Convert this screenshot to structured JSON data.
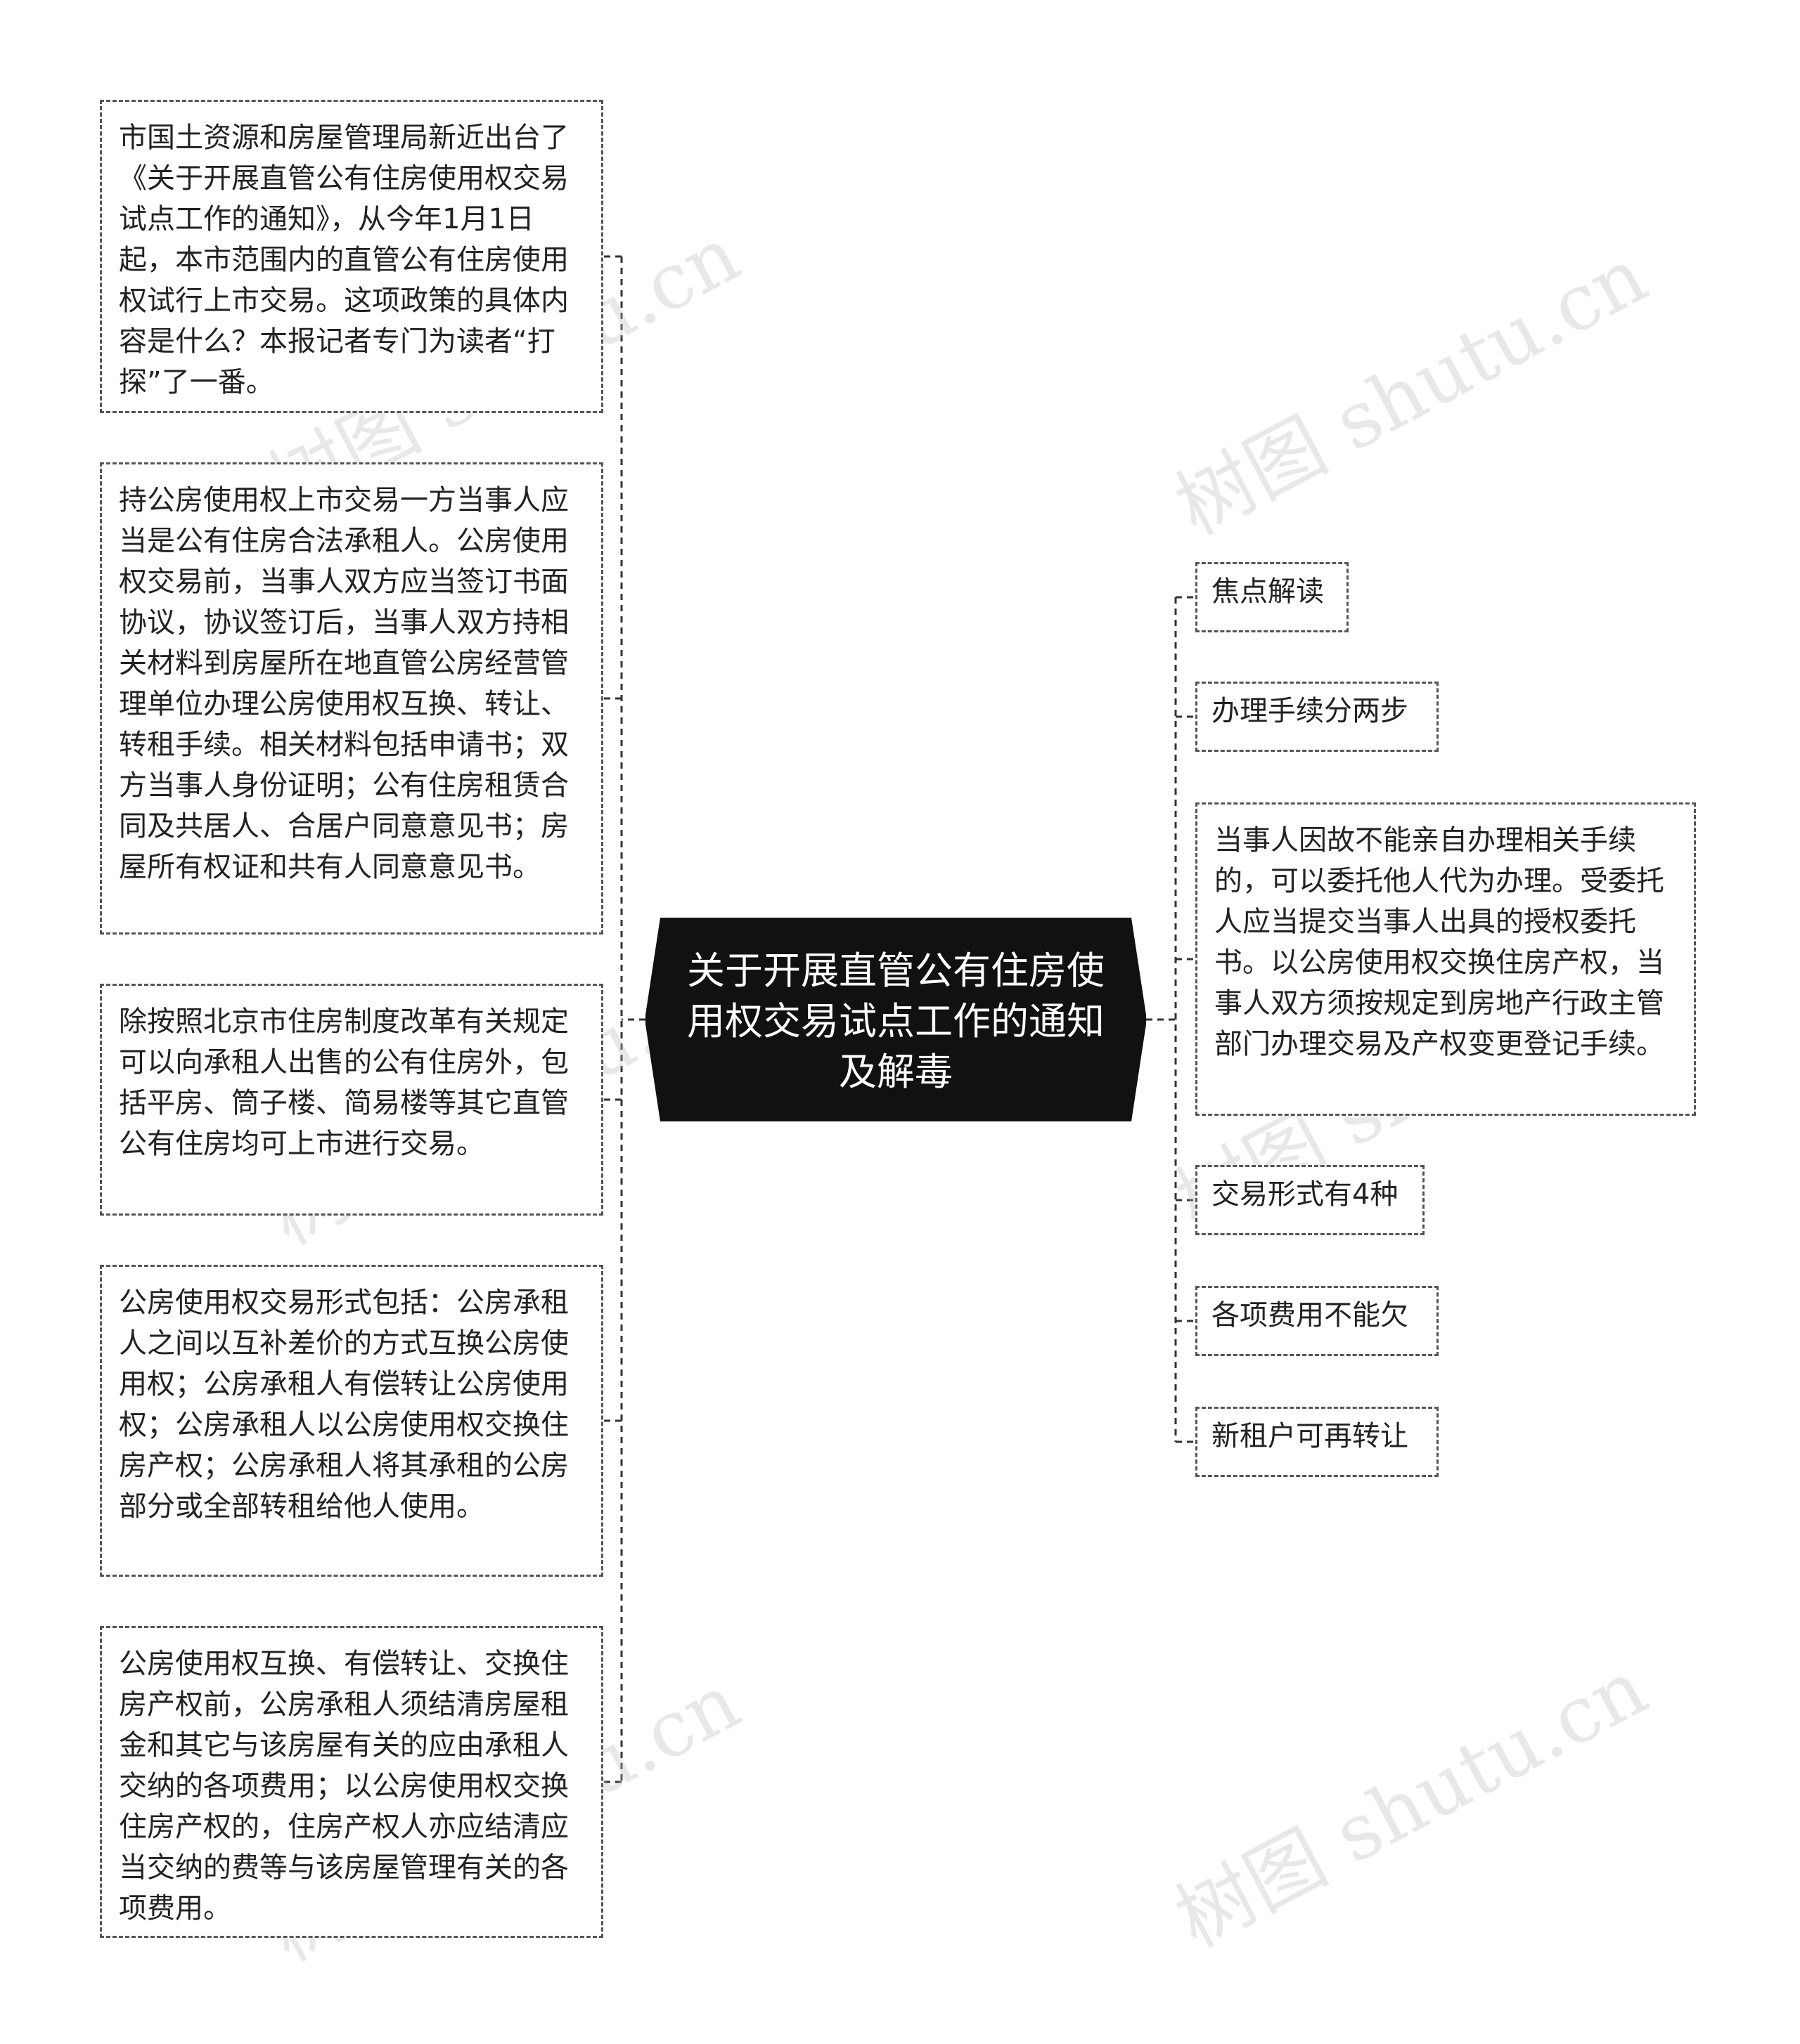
{
  "center": {
    "title": "关于开展直管公有住房使用权交易试点工作的通知及解毒"
  },
  "left_nodes": [
    {
      "text": "市国土资源和房屋管理局新近出台了《关于开展直管公有住房使用权交易试点工作的通知》，从今年1月1日起，本市范围内的直管公有住房使用权试行上市交易。这项政策的具体内容是什么？本报记者专门为读者“打探”了一番。"
    },
    {
      "text": "持公房使用权上市交易一方当事人应当是公有住房合法承租人。公房使用权交易前，当事人双方应当签订书面协议，协议签订后，当事人双方持相关材料到房屋所在地直管公房经营管理单位办理公房使用权互换、转让、转租手续。相关材料包括申请书；双方当事人身份证明；公有住房租赁合同及共居人、合居户同意意见书；房屋所有权证和共有人同意意见书。"
    },
    {
      "text": "除按照北京市住房制度改革有关规定可以向承租人出售的公有住房外，包括平房、筒子楼、简易楼等其它直管公有住房均可上市进行交易。"
    },
    {
      "text": "公房使用权交易形式包括：公房承租人之间以互补差价的方式互换公房使用权；公房承租人有偿转让公房使用权；公房承租人以公房使用权交换住房产权；公房承租人将其承租的公房部分或全部转租给他人使用。"
    },
    {
      "text": "公房使用权互换、有偿转让、交换住房产权前，公房承租人须结清房屋租金和其它与该房屋有关的应由承租人交纳的各项费用；以公房使用权交换住房产权的，住房产权人亦应结清应当交纳的费等与该房屋管理有关的各项费用。"
    }
  ],
  "right_nodes": [
    {
      "text": "焦点解读"
    },
    {
      "text": "办理手续分两步"
    },
    {
      "text": "当事人因故不能亲自办理相关手续的，可以委托他人代为办理。受委托人应当提交当事人出具的授权委托书。以公房使用权交换住房产权，当事人双方须按规定到房地产行政主管部门办理交易及产权变更登记手续。"
    },
    {
      "text": "交易形式有4种"
    },
    {
      "text": "各项费用不能欠"
    },
    {
      "text": "新租户可再转让"
    }
  ],
  "watermarks": [
    "树图 shutu.cn",
    "树图 shutu.cn",
    "树图 shutu.cn",
    "树图 shutu.cn",
    "树图 shutu.cn",
    "树图 shutu.cn"
  ],
  "colors": {
    "center_fill": "#111111",
    "border": "#555555",
    "connector": "#333333"
  }
}
